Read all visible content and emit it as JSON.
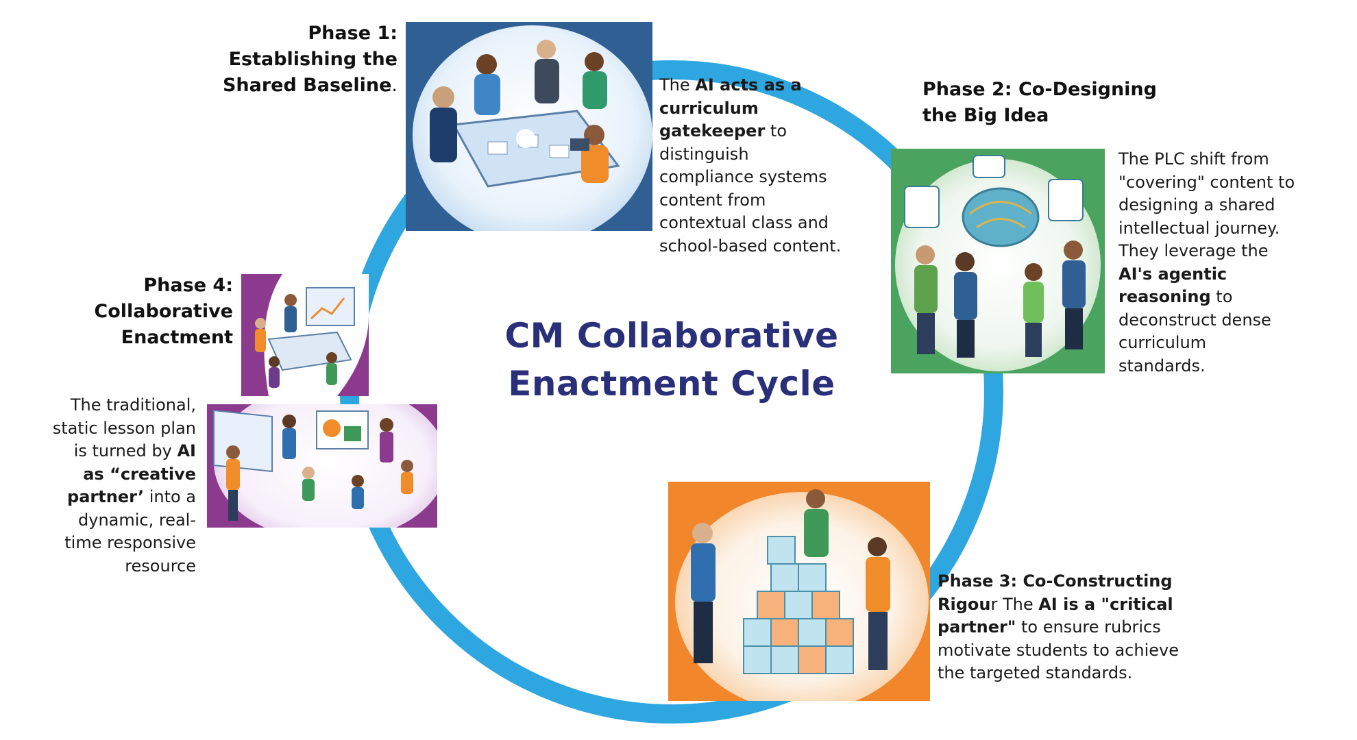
{
  "title": {
    "line1": "CM Collaborative",
    "line2": "Enactment Cycle"
  },
  "colors": {
    "ring": "#2ea6df",
    "title": "#2a2f7a"
  },
  "phase1": {
    "title_line1": "Phase 1:",
    "title_line2": "Establishing the",
    "title_line3": "Shared Baseline",
    "title_period": ".",
    "image": "team-meeting-around-table-illustration",
    "desc_l1_a": "The ",
    "desc_l1_b": "AI acts as a",
    "desc_l2": "curriculum",
    "desc_l3_b": "gatekeeper",
    "desc_l3_a": " to",
    "desc_l4": "distinguish",
    "desc_l5": "compliance systems",
    "desc_l6": "content from",
    "desc_l7": "contextual class and",
    "desc_l8": "school-based content."
  },
  "phase2": {
    "title_line1": "Phase 2: Co-Designing",
    "title_line2": "the Big Idea",
    "image": "team-around-brain-illustration",
    "desc_l1": "The PLC shift from",
    "desc_l2": "\"covering\" content to",
    "desc_l3": "designing a shared",
    "desc_l4": "intellectual journey.",
    "desc_l5": "They leverage the",
    "desc_l6_b": "AI's agentic",
    "desc_l7_b": "reasoning",
    "desc_l7_a": " to",
    "desc_l8": "deconstruct dense",
    "desc_l9": "curriculum",
    "desc_l10": "standards."
  },
  "phase3": {
    "title_line1": "Phase 3: Co-Constructing",
    "title_line2_b": "Rigou",
    "title_line2_a": "r The ",
    "title_line2_b2": "AI is a \"critical",
    "desc_l3_b": "partner\"",
    "desc_l3_a": " to ensure rubrics",
    "desc_l4": "motivate students to achieve",
    "desc_l5": "the targeted standards.",
    "image": "team-building-cubes-illustration"
  },
  "phase4": {
    "title_line1": "Phase 4:",
    "title_line2": "Collaborative",
    "title_line3": "Enactment",
    "image_top": "team-at-presentation-table-illustration",
    "image_bottom": "team-at-whiteboard-illustration",
    "desc_l1": "The traditional,",
    "desc_l2": "static lesson plan",
    "desc_l3_a": "is turned by ",
    "desc_l3_b": "AI",
    "desc_l4_b": "as “creative",
    "desc_l5_b": "partner’",
    "desc_l5_a": " into a",
    "desc_l6": "dynamic, real-",
    "desc_l7": "time responsive",
    "desc_l8": "resource"
  }
}
